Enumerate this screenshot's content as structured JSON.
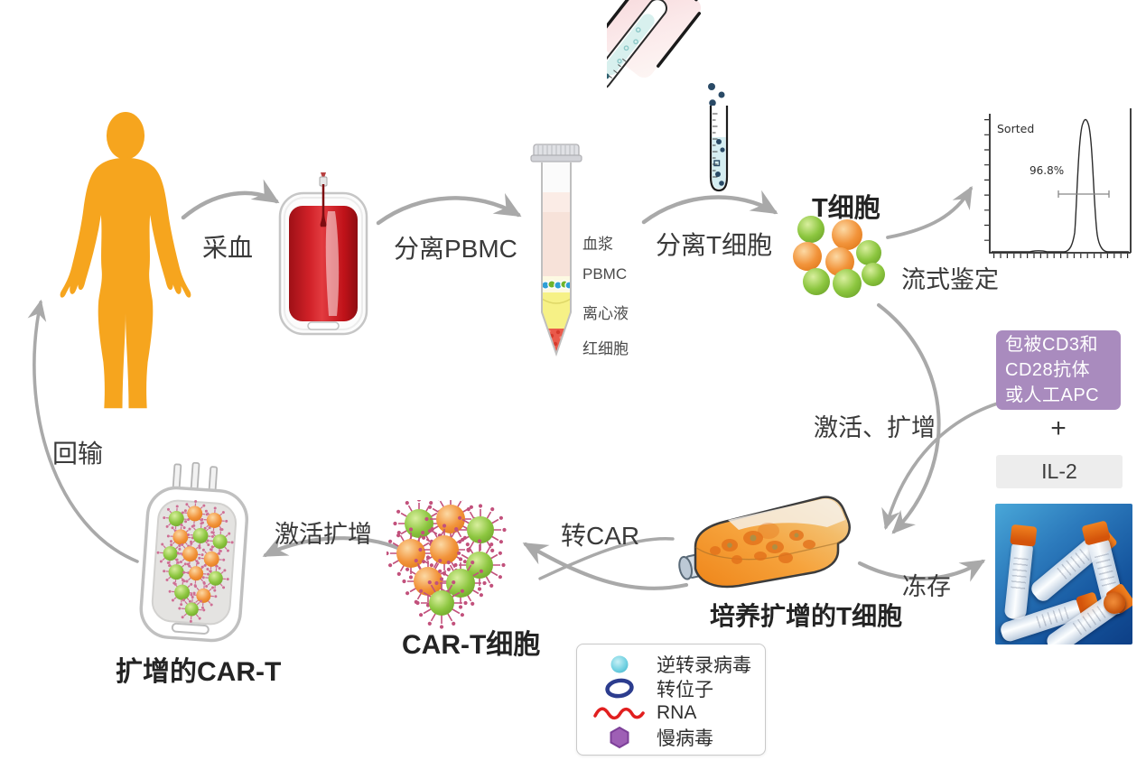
{
  "diagram": {
    "steps": {
      "draw_blood": "采血",
      "separate_pbmc": "分离PBMC",
      "separate_t_cells": "分离T细胞",
      "flow_identify": "流式鉴定",
      "activate_expand": "激活、扩增",
      "freeze": "冻存",
      "transduce_car": "转CAR",
      "activate_expand_2": "激活扩增",
      "reinfuse": "回输"
    },
    "entities": {
      "t_cells": "T细胞",
      "cultured_t_cells": "培养扩增的T细胞",
      "car_t_cells": "CAR-T细胞",
      "expanded_car_t": "扩增的CAR-T"
    },
    "tube_layers": [
      "血浆",
      "PBMC",
      "离心液",
      "红细胞"
    ],
    "flow_plot": {
      "label": "Sorted",
      "percent": "96.8%"
    },
    "stimulation": {
      "antibody_box_lines": [
        "包被CD3和",
        "CD28抗体",
        "或人工APC"
      ],
      "plus": "+",
      "il2": "IL-2"
    },
    "legend": {
      "items": [
        {
          "icon": "retrovirus-icon",
          "label": "逆转录病毒"
        },
        {
          "icon": "transposon-icon",
          "label": "转位子"
        },
        {
          "icon": "rna-icon",
          "label": "RNA"
        },
        {
          "icon": "lentivirus-icon",
          "label": "慢病毒"
        }
      ]
    },
    "graphics": [
      "patient-silhouette",
      "blood-bag-icon",
      "centrifuge-tube-icon",
      "pouring-tube-icon",
      "t-cell-cluster-icon",
      "flow-histogram",
      "culture-flask-icon",
      "cryovials-photo",
      "car-t-cell-cluster-icon",
      "infusion-bag-icon"
    ],
    "colors": {
      "human_orange": "#F6A51E",
      "arrow_gray": "#A9A9A9",
      "cell_green": "#8CC63F",
      "cell_orange": "#F2943B",
      "blood_red": "#CC2229",
      "antibody_box_bg": "#A98BBE",
      "il2_box_bg": "#EDEDED",
      "retrovirus_cyan": "#56C8DD",
      "transposon_blue": "#2C3C8E",
      "rna_red": "#E11F1F",
      "lentivirus_purple": "#9E5FB5"
    }
  }
}
